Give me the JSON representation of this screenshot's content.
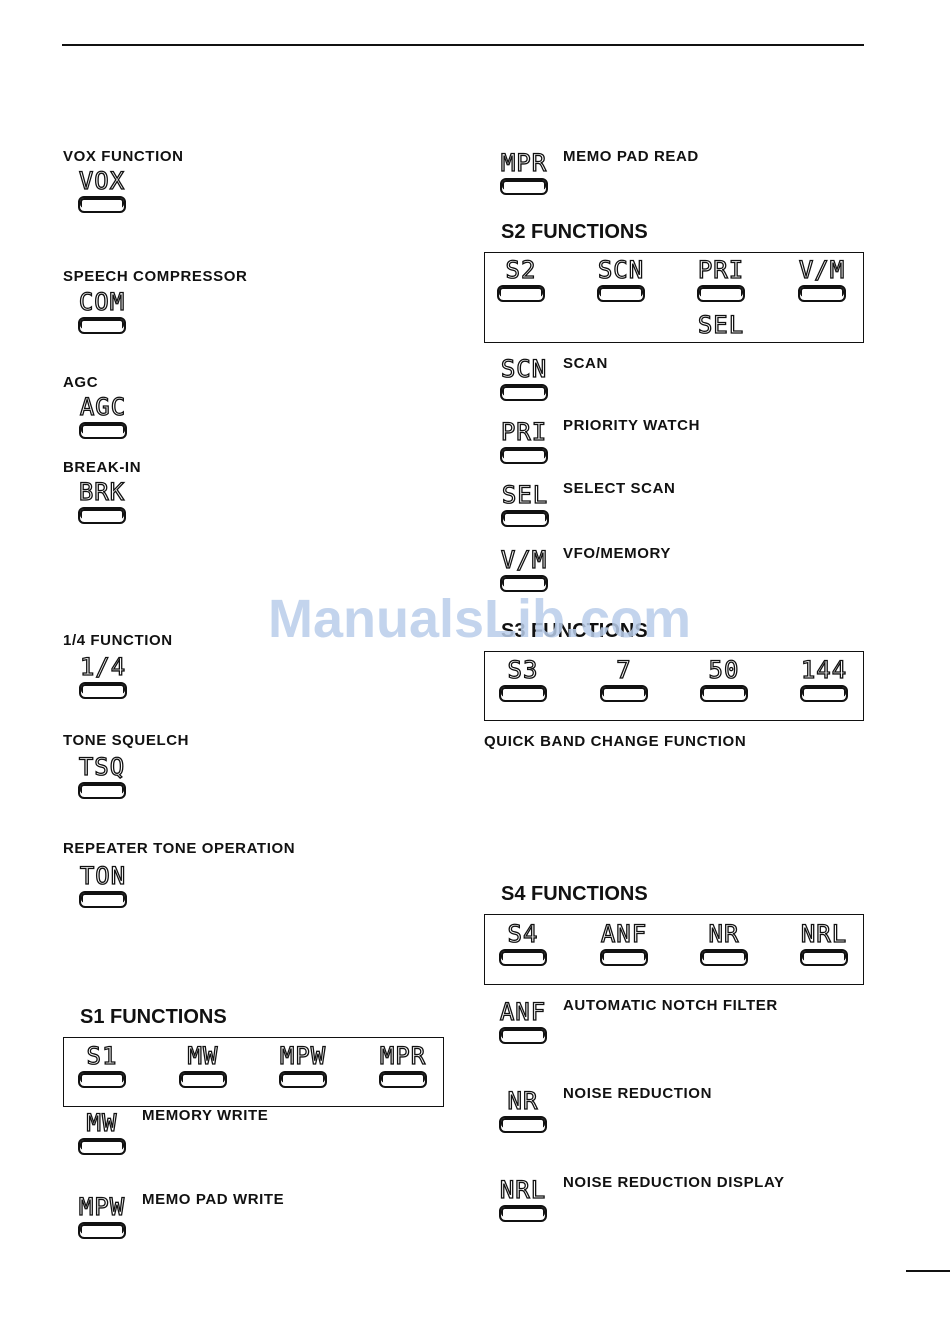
{
  "left": {
    "vox": {
      "label": "VOX FUNCTION",
      "key": "VOX"
    },
    "com": {
      "label": "SPEECH COMPRESSOR",
      "key": "COM"
    },
    "agc": {
      "label": "AGC",
      "key": "AGC"
    },
    "brk": {
      "label": "BREAK-IN",
      "key": "BRK"
    },
    "quarter": {
      "label": "1/4 FUNCTION",
      "key": "1/4"
    },
    "tsq": {
      "label": "TONE SQUELCH",
      "key": "TSQ"
    },
    "ton": {
      "label": "REPEATER TONE OPERATION",
      "key": "TON"
    }
  },
  "s1": {
    "heading": "S1 FUNCTIONS",
    "keys": [
      "S1",
      "MW",
      "MPW",
      "MPR"
    ],
    "mw": {
      "label": "MEMORY WRITE",
      "key": "MW"
    },
    "mpw": {
      "label": "MEMO PAD WRITE",
      "key": "MPW"
    }
  },
  "mpr": {
    "label": "MEMO PAD READ",
    "key": "MPR"
  },
  "s2": {
    "heading": "S2 FUNCTIONS",
    "keys": [
      "S2",
      "SCN",
      "PRI",
      "V/M"
    ],
    "sub": "SEL",
    "scn": {
      "label": "SCAN",
      "key": "SCN"
    },
    "pri": {
      "label": "PRIORITY WATCH",
      "key": "PRI"
    },
    "sel": {
      "label": "SELECT SCAN",
      "key": "SEL"
    },
    "vm": {
      "label": "VFO/MEMORY",
      "key": "V/M"
    }
  },
  "s3": {
    "heading": "S3 FUNCTIONS",
    "keys": [
      "S3",
      "7",
      "50",
      "144"
    ],
    "caption": "QUICK BAND CHANGE FUNCTION"
  },
  "s4": {
    "heading": "S4 FUNCTIONS",
    "keys": [
      "S4",
      "ANF",
      "NR",
      "NRL"
    ],
    "anf": {
      "label": "AUTOMATIC NOTCH FILTER",
      "key": "ANF"
    },
    "nr": {
      "label": "NOISE REDUCTION",
      "key": "NR"
    },
    "nrl": {
      "label": "NOISE REDUCTION DISPLAY",
      "key": "NRL"
    }
  },
  "watermark": "ManualsLib.com"
}
